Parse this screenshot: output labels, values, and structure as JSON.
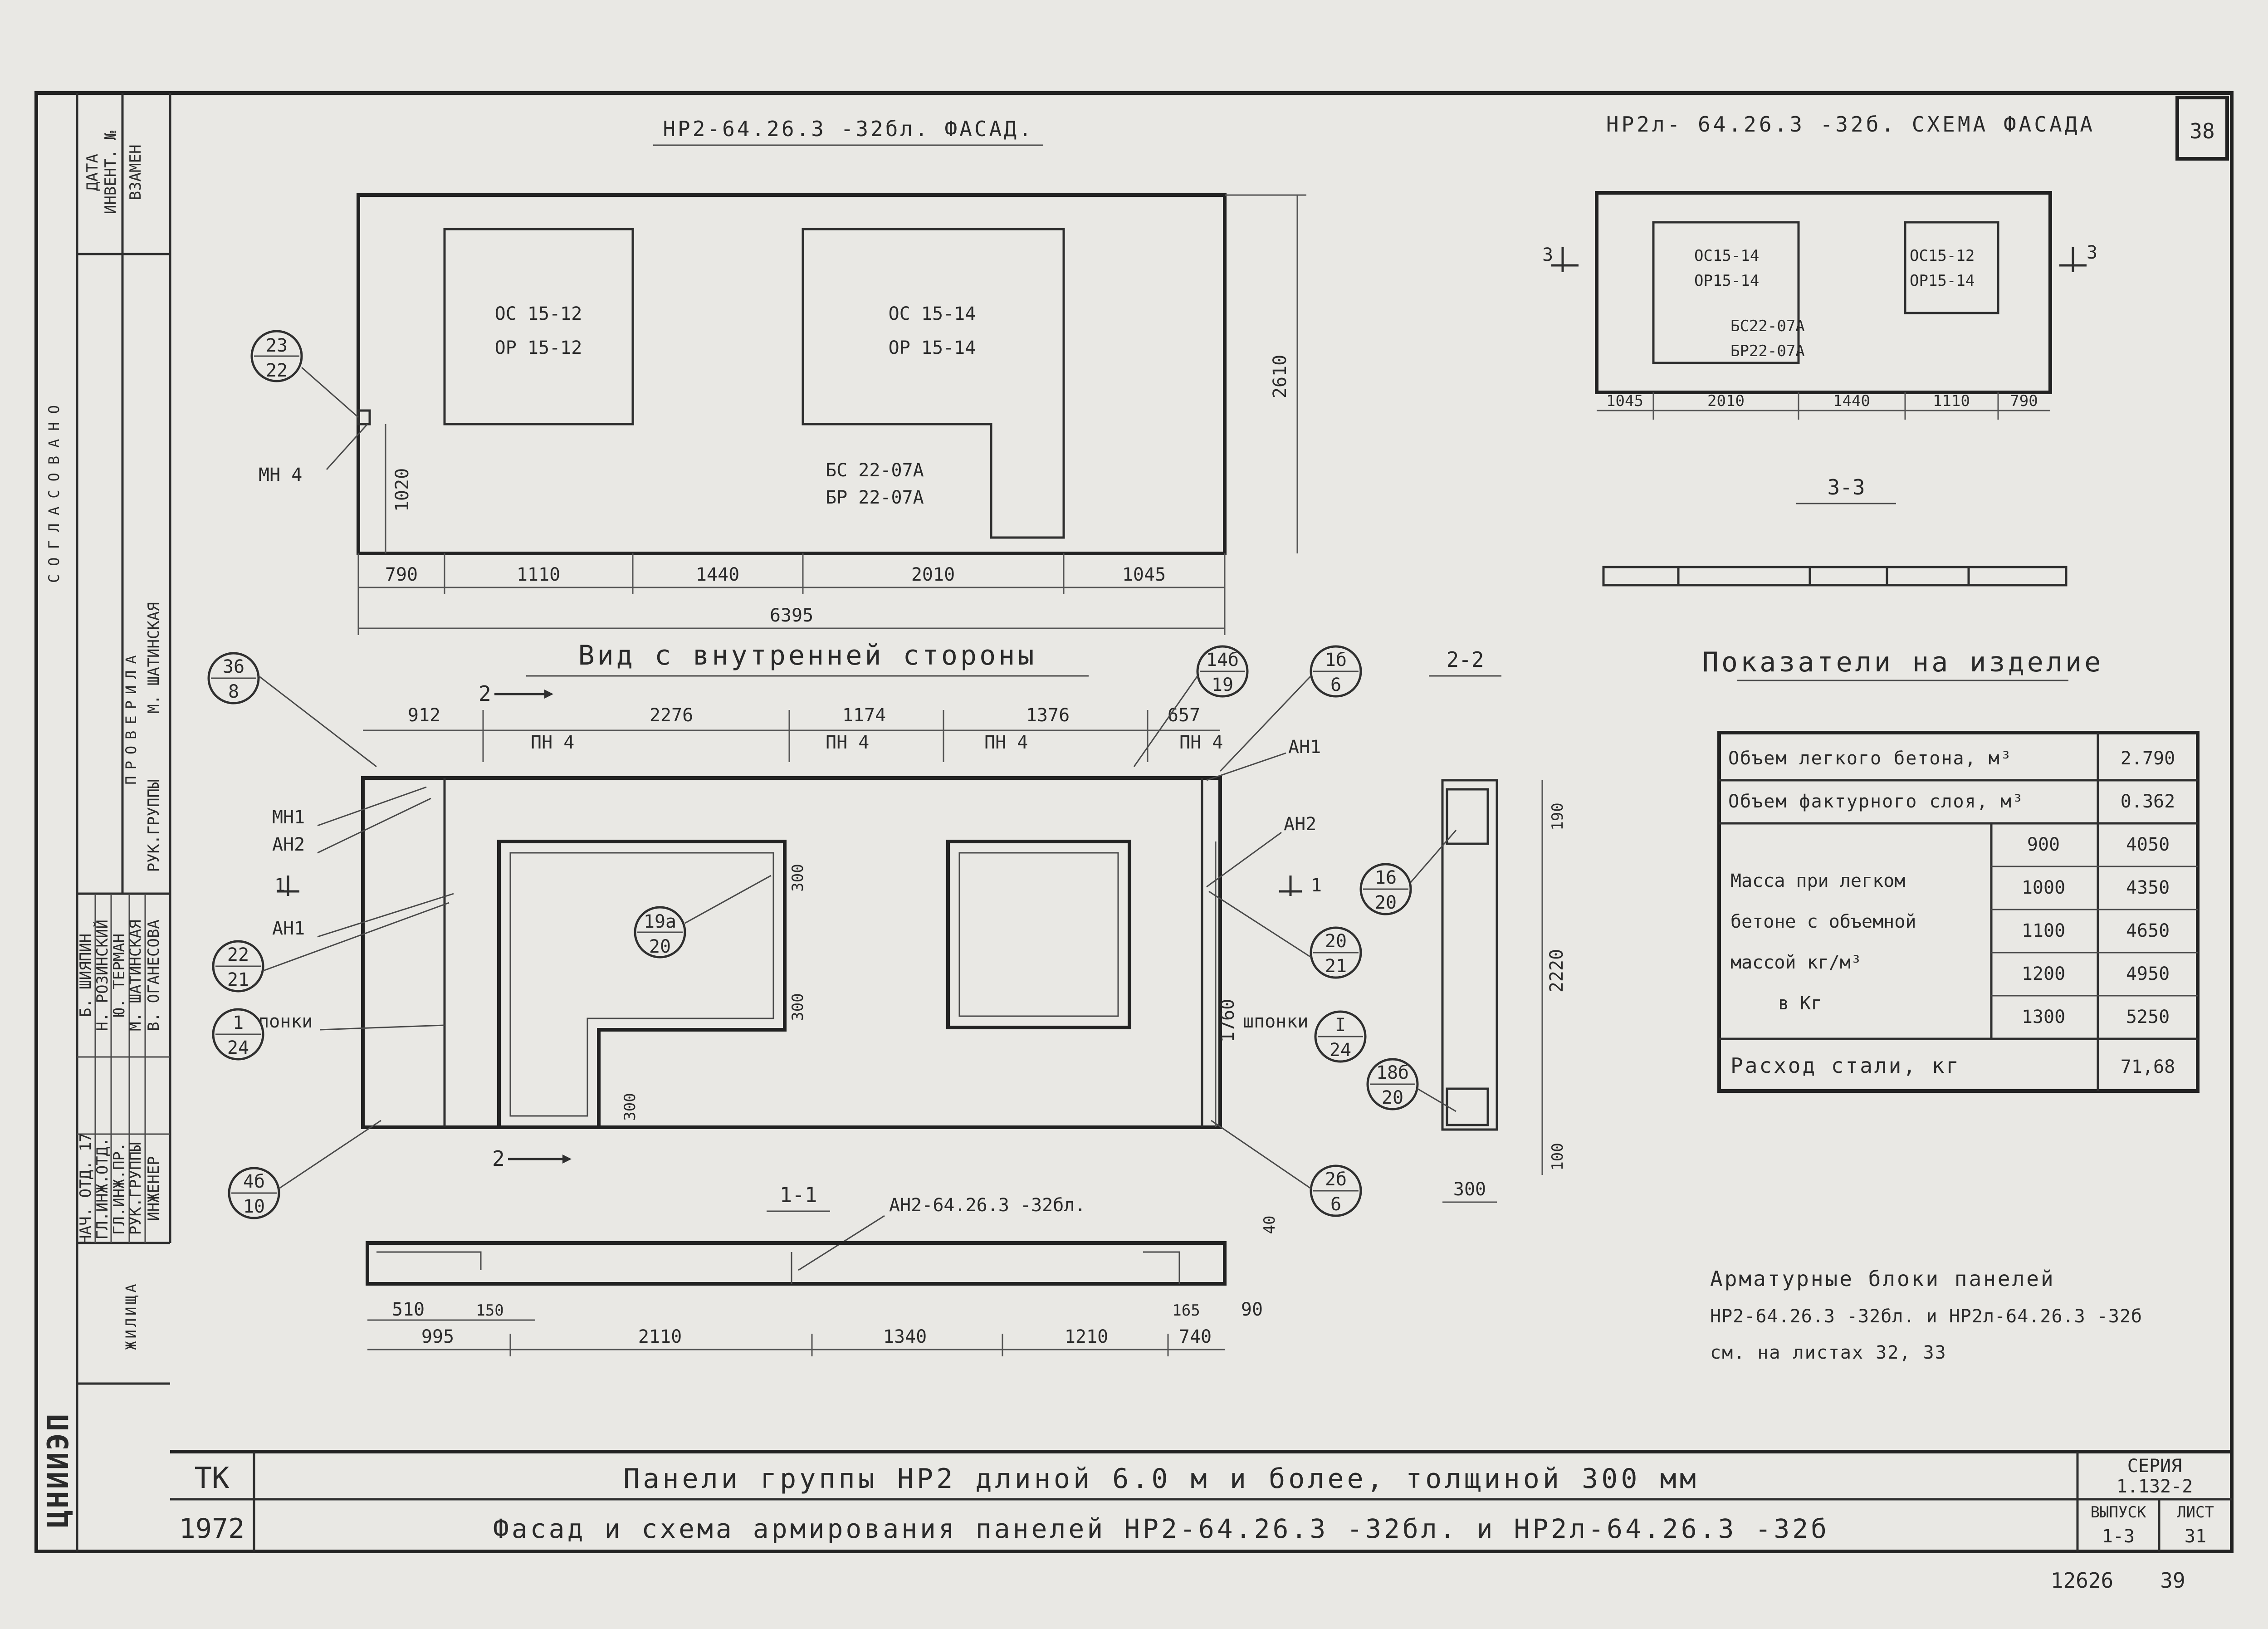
{
  "sheet_number": "38",
  "facade_title": "НР2-64.26.3 -32бл. ФАСАД.",
  "scheme_title": "НР2л- 64.26.3 -32б. СХЕМА ФАСАДА",
  "inner_view_title": "Вид с внутренней стороны",
  "section_22_title": "2-2",
  "section_33_title": "3-3",
  "section_11_title": "1-1",
  "section_11_ref": "АН2-64.26.3 -32бл.",
  "facade": {
    "window1_a": "ОС 15-12",
    "window1_b": "ОР 15-12",
    "window2_a": "ОС 15-14",
    "window2_b": "ОР 15-14",
    "door_a": "БС 22-07А",
    "door_b": "БР 22-07А",
    "anchor": "МН 4",
    "bubble_top": "23",
    "bubble_bottom": "22",
    "dims_bottom": [
      "790",
      "1110",
      "1440",
      "2010",
      "1045"
    ],
    "dim_total": "6395",
    "dim_height": "2610",
    "dim_sill": "1020"
  },
  "scheme": {
    "window1_a": "ОС15-14",
    "window1_b": "ОР15-14",
    "window2_a": "ОС15-12",
    "window2_b": "ОР15-14",
    "door_a": "БС22-07А",
    "door_b": "БР22-07А",
    "cut_left": "3",
    "cut_right": "3",
    "dims": [
      "1045",
      "2010",
      "1440",
      "1110",
      "790"
    ]
  },
  "inner": {
    "dims_top": [
      "912",
      "2276",
      "1174",
      "1376",
      "657"
    ],
    "pn": [
      "ПН 4",
      "ПН 4",
      "ПН 4",
      "ПН 4"
    ],
    "cut_mark": "2",
    "cut_1": "1",
    "labels_left": [
      "МН1",
      "АН2",
      "АН1",
      "шпонки"
    ],
    "labels_right": [
      "АН1",
      "АН2",
      "шпонки"
    ],
    "dim_300": "300",
    "dim_1760": "1760",
    "bubbles": [
      {
        "t": "36",
        "b": "8"
      },
      {
        "t": "14б",
        "b": "19"
      },
      {
        "t": "1б",
        "b": "6"
      },
      {
        "t": "22",
        "b": "21"
      },
      {
        "t": "1",
        "b": "24"
      },
      {
        "t": "4б",
        "b": "10"
      },
      {
        "t": "19а",
        "b": "20"
      },
      {
        "t": "20",
        "b": "21"
      },
      {
        "t": "I",
        "b": "24"
      },
      {
        "t": "2б",
        "b": "6"
      }
    ]
  },
  "sec22": {
    "bubble1": {
      "t": "16",
      "b": "20"
    },
    "bubble2": {
      "t": "18б",
      "b": "20"
    },
    "dim_top": "190",
    "dim_mid": "2220",
    "dim_bot": "100",
    "dim_width": "300"
  },
  "sec11": {
    "dim_40": "40",
    "dims_row1": [
      "510",
      "150",
      "165"
    ],
    "dim_90": "90",
    "dims_row2": [
      "995",
      "2110",
      "1340",
      "1210",
      "740"
    ]
  },
  "indicators": {
    "title": "Показатели на изделие",
    "row1_label": "Объем легкого бетона, м³",
    "row1_value": "2.790",
    "row2_label": "Объем фактурного слоя, м³",
    "row2_value": "0.362",
    "mass_label_1": "Масса при легком",
    "mass_label_2": "бетоне с объемной",
    "mass_label_3": "массой кг/м³",
    "mass_label_4": "в Кг",
    "densities": [
      "900",
      "1000",
      "1100",
      "1200",
      "1300"
    ],
    "masses": [
      "4050",
      "4350",
      "4650",
      "4950",
      "5250"
    ],
    "steel_label": "Расход стали, кг",
    "steel_value": "71,68"
  },
  "note": {
    "line1": "Арматурные блоки панелей",
    "line2": "НР2-64.26.3 -32бл. и НР2л-64.26.3 -32б",
    "line3": "см. на листах 32, 33"
  },
  "left_strip": {
    "soglasovano": "СОГЛАСОВАНО",
    "data": "ДАТА",
    "inv": "ИНВЕНТ. №",
    "vzamen": "ВЗАМЕН",
    "proverila": "ПРОВЕРИЛА",
    "zhilnica": "ЖИЛИЩА",
    "roles": [
      "НАЧ. ОТД. 17",
      "ГЛ.ИНЖ.ОТД.",
      "ГЛ.ИНЖ.ПР.",
      "РУК.ГРУППЫ",
      "ИНЖЕНЕР",
      "РУК.ГРУППЫ"
    ],
    "names": [
      "Б. ШИЯПИН",
      "Н. РОЗИНСКИЙ",
      "Ю. ТЕРМАН",
      "М. ШАТИНСКАЯ",
      "В. ОГАНЕСОВА",
      "М. ШАТИНСКАЯ"
    ],
    "logo": "ЦНИИЭП"
  },
  "title_block": {
    "tk": "ТК",
    "year": "1972",
    "line1": "Панели группы НР2 длиной 6.0 м и более, толщиной 300 мм",
    "line2": "Фасад и схема армирования панелей НР2-64.26.3 -32бл. и НР2л-64.26.3 -32б",
    "seria_label": "СЕРИЯ",
    "seria_value": "1.132-2",
    "vypusk_label": "ВЫПУСК",
    "vypusk_value": "1-3",
    "list_label": "ЛИСТ",
    "list_value": "31"
  },
  "footer_numbers": {
    "archive": "12626",
    "page": "39"
  }
}
